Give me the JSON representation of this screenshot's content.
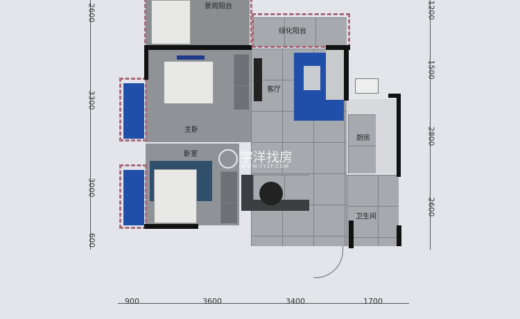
{
  "rooms": {
    "top_balcony": "景观阳台",
    "green_balcony": "绿化阳台",
    "living_room": "客厅",
    "master_bedroom": "主卧",
    "bedroom": "卧室",
    "kitchen": "厨房",
    "bathroom": "卫生间"
  },
  "watermark": {
    "name": "宇洋找房",
    "url": "WWW.YYZF.COM"
  },
  "dimensions": {
    "left": [
      "2600",
      "3300",
      "3000",
      "600"
    ],
    "right": [
      "1200",
      "1500",
      "2800",
      "2600"
    ],
    "bottom": [
      "900",
      "3600",
      "3400",
      "1700"
    ]
  },
  "colors": {
    "accent_blue": "#1f4fa8",
    "wall": "#111111",
    "background": "#e3e5ea"
  }
}
